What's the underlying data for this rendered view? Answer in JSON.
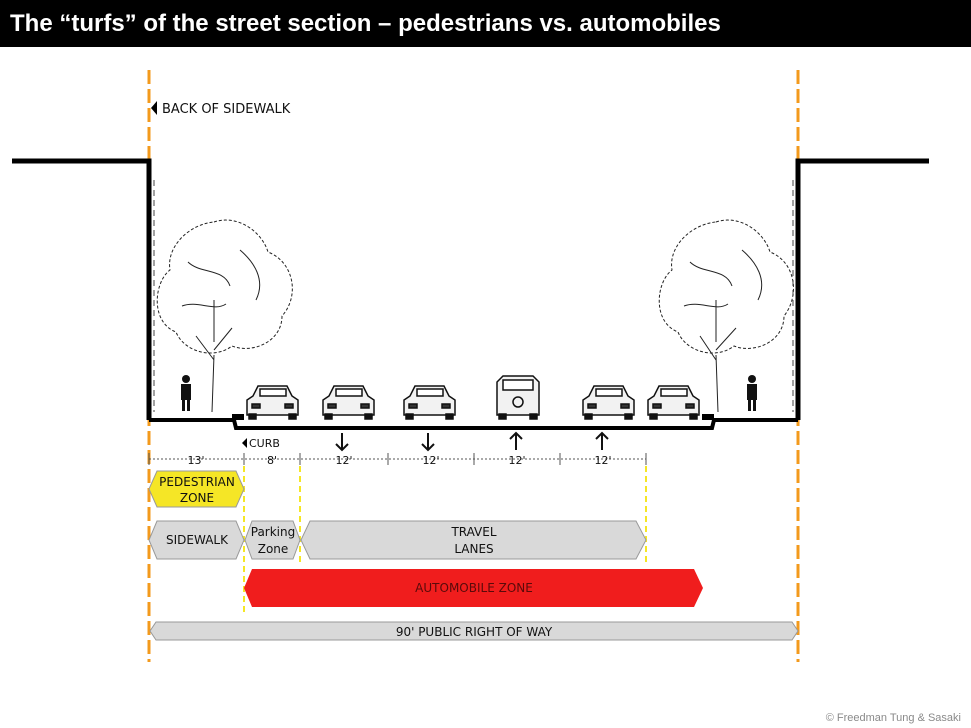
{
  "title": "The “turfs” of the street section – pedestrians vs. automobiles",
  "labels": {
    "back_of_sidewalk": "BACK OF SIDEWALK",
    "curb": "CURB",
    "pedestrian_zone_line1": "PEDESTRIAN",
    "pedestrian_zone_line2": "ZONE",
    "sidewalk": "SIDEWALK",
    "parking_line1": "Parking",
    "parking_line2": "Zone",
    "travel_line1": "TRAVEL",
    "travel_line2": "LANES",
    "automobile_zone": "AUTOMOBILE ZONE",
    "right_of_way": "90' PUBLIC RIGHT OF WAY"
  },
  "dimensions": [
    "13'",
    "8'",
    "12'",
    "12'",
    "12'",
    "12'"
  ],
  "lane_directions": [
    "down",
    "down",
    "up",
    "up"
  ],
  "colors": {
    "pedestrian_zone": "#f5e626",
    "automobile_zone": "#f01d1d",
    "band_gray": "#d9d9d9",
    "orange_line": "#f39a1c"
  },
  "credit": "© Freedman Tung & Sasaki"
}
